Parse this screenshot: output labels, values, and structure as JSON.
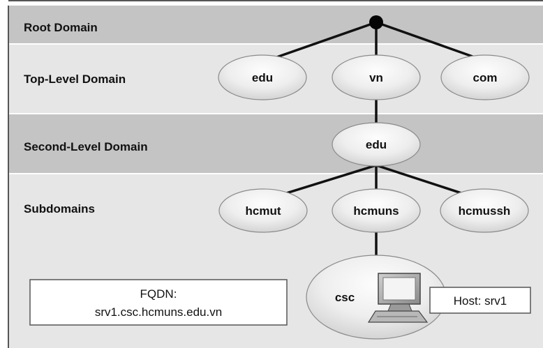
{
  "bands": {
    "root": "Root Domain",
    "top_level": "Top-Level Domain",
    "second_level": "Second-Level Domain",
    "subdomains": "Subdomains"
  },
  "nodes": {
    "tld_edu": "edu",
    "tld_vn": "vn",
    "tld_com": "com",
    "sld_edu": "edu",
    "sub_hcmut": "hcmut",
    "sub_hcmuns": "hcmuns",
    "sub_hcmussh": "hcmussh",
    "host_csc": "csc"
  },
  "fqdn": {
    "title": "FQDN:",
    "value": "srv1.csc.hcmuns.edu.vn"
  },
  "host": {
    "label": "Host: srv1"
  },
  "colors": {
    "band_dark": "#c4c4c4",
    "band_light": "#e6e6e6",
    "node_fill_light": "#fbfbfb",
    "node_fill_dark": "#d4d4d4",
    "line": "#111111"
  }
}
